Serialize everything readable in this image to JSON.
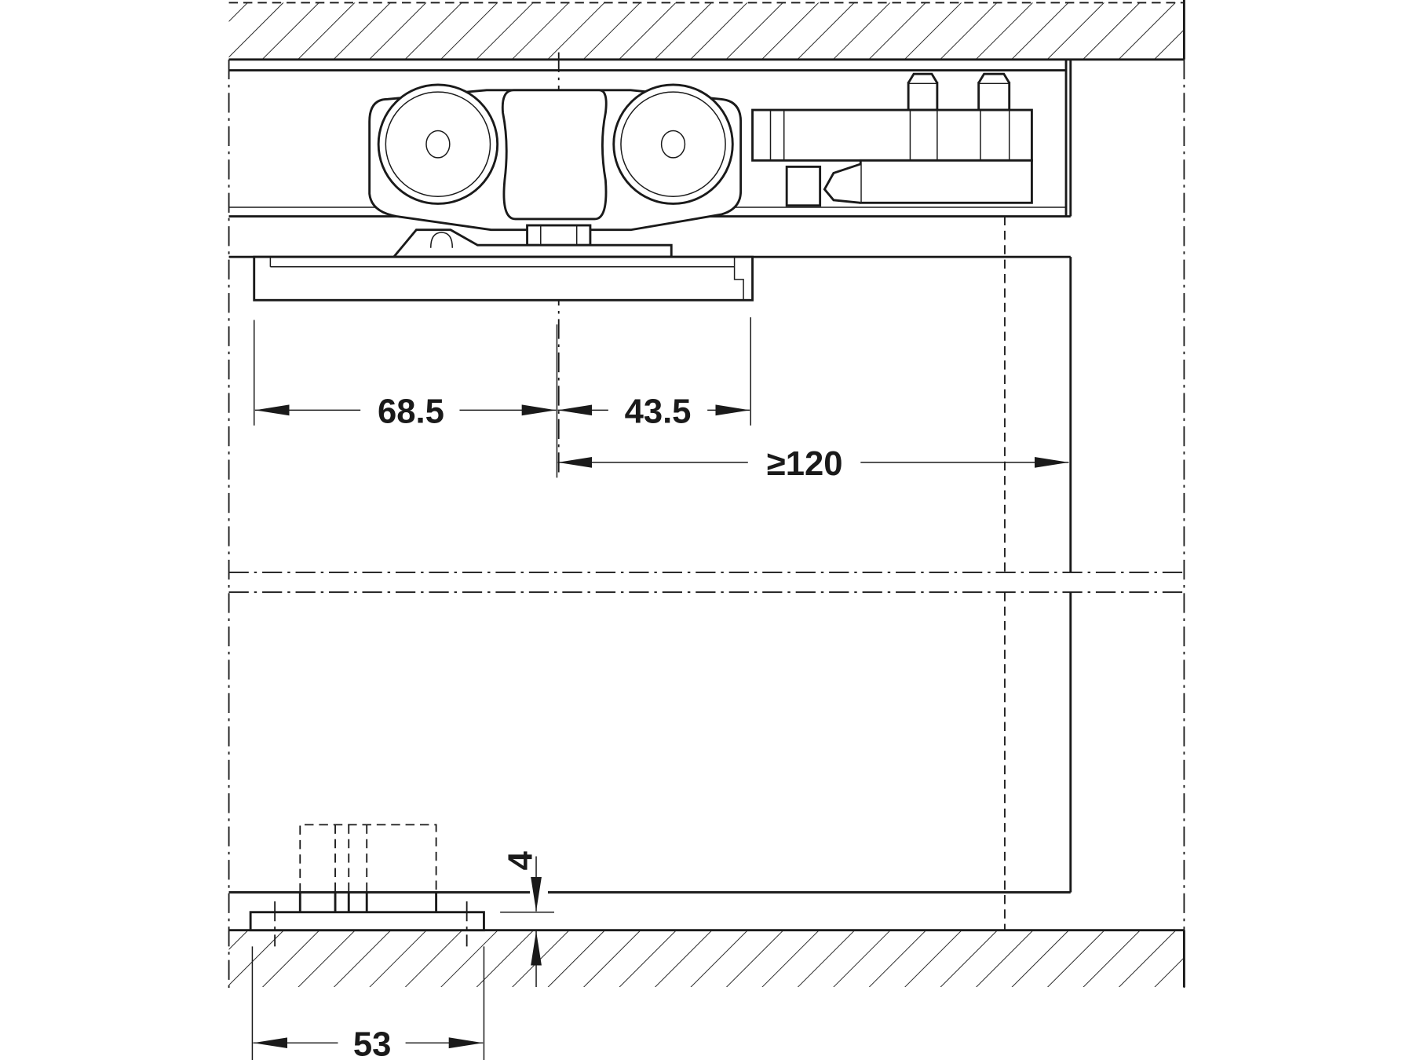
{
  "drawing": {
    "title": "Sliding door fitting – top carriage and floor guide dimensions",
    "units": "mm",
    "dimensions": {
      "carriage_left": "68.5",
      "carriage_right": "43.5",
      "min_clearance": "≥120",
      "floor_guide_width": "53",
      "floor_gap": "4"
    },
    "colors": {
      "line": "#1a1a1a",
      "background": "#ffffff"
    }
  }
}
